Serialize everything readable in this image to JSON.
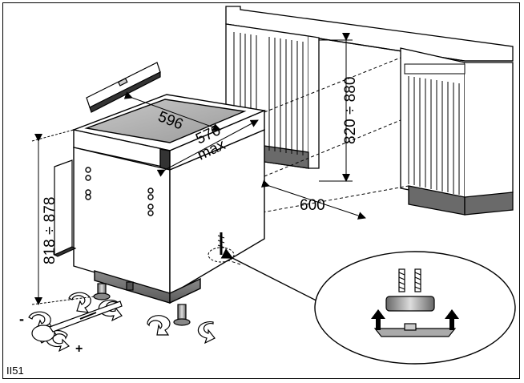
{
  "figure_code": "II51",
  "dimensions": {
    "width": "596",
    "depth": "570",
    "depth_qualifier": "max",
    "cabinet_height": "820 ÷ 880",
    "appliance_height": "818 ÷ 878",
    "clearance": "600"
  },
  "adjustment_signs": {
    "minus": "-",
    "plus": "+"
  }
}
